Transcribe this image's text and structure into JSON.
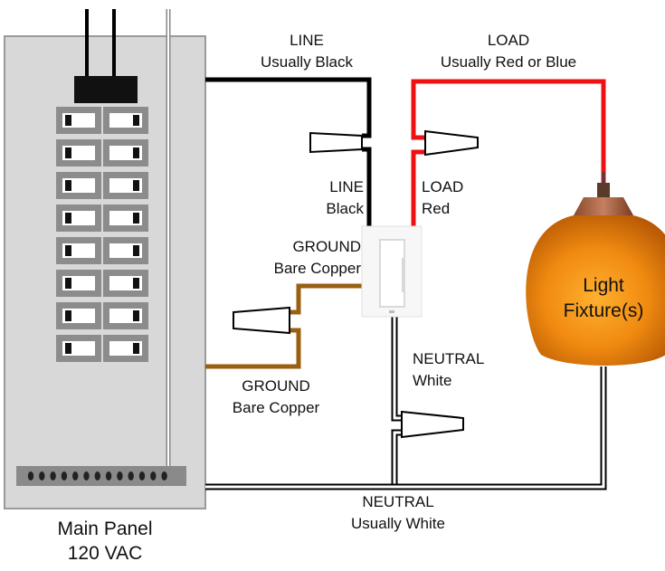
{
  "labels": {
    "line_top_1": "LINE",
    "line_top_2": "Usually Black",
    "load_top_1": "LOAD",
    "load_top_2": "Usually Red or Blue",
    "line_mid_1": "LINE",
    "line_mid_2": "Black",
    "load_mid_1": "LOAD",
    "load_mid_2": "Red",
    "ground_top_1": "GROUND",
    "ground_top_2": "Bare Copper",
    "ground_bot_1": "GROUND",
    "ground_bot_2": "Bare Copper",
    "neutral_mid_1": "NEUTRAL",
    "neutral_mid_2": "White",
    "neutral_bot_1": "NEUTRAL",
    "neutral_bot_2": "Usually White",
    "fixture_1": "Light",
    "fixture_2": "Fixture(s)",
    "panel_1": "Main Panel",
    "panel_2": "120 VAC"
  },
  "colors": {
    "line_wire": "#000000",
    "load_wire": "#ee1111",
    "ground_wire": "#9a5f10",
    "neutral_wire": "#000000",
    "panel_fill": "#d6d6d6",
    "fixture_glass": "#f08a10"
  }
}
